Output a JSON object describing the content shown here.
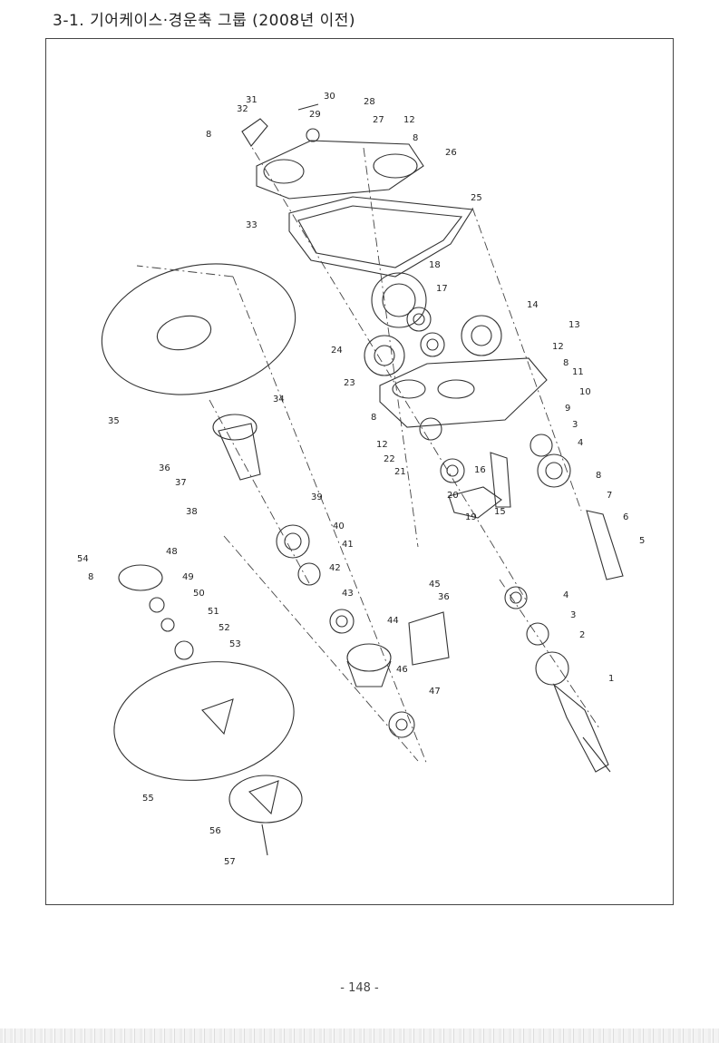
{
  "header": {
    "title": "3-1. 기어케이스·경운축 그룹 (2008년 이전)"
  },
  "callouts": [
    {
      "label": "31"
    },
    {
      "label": "32"
    },
    {
      "label": "8"
    },
    {
      "label": "30"
    },
    {
      "label": "29"
    },
    {
      "label": "28"
    },
    {
      "label": "27"
    },
    {
      "label": "12"
    },
    {
      "label": "8"
    },
    {
      "label": "26"
    },
    {
      "label": "33"
    },
    {
      "label": "25"
    },
    {
      "label": "18"
    },
    {
      "label": "17"
    },
    {
      "label": "14"
    },
    {
      "label": "13"
    },
    {
      "label": "12"
    },
    {
      "label": "8"
    },
    {
      "label": "11"
    },
    {
      "label": "10"
    },
    {
      "label": "24"
    },
    {
      "label": "23"
    },
    {
      "label": "9"
    },
    {
      "label": "3"
    },
    {
      "label": "4"
    },
    {
      "label": "34"
    },
    {
      "label": "35"
    },
    {
      "label": "8"
    },
    {
      "label": "12"
    },
    {
      "label": "22"
    },
    {
      "label": "21"
    },
    {
      "label": "16"
    },
    {
      "label": "8"
    },
    {
      "label": "7"
    },
    {
      "label": "36"
    },
    {
      "label": "37"
    },
    {
      "label": "20"
    },
    {
      "label": "15"
    },
    {
      "label": "6"
    },
    {
      "label": "38"
    },
    {
      "label": "39"
    },
    {
      "label": "19"
    },
    {
      "label": "5"
    },
    {
      "label": "40"
    },
    {
      "label": "41"
    },
    {
      "label": "48"
    },
    {
      "label": "54"
    },
    {
      "label": "8"
    },
    {
      "label": "42"
    },
    {
      "label": "49"
    },
    {
      "label": "45"
    },
    {
      "label": "36"
    },
    {
      "label": "4"
    },
    {
      "label": "50"
    },
    {
      "label": "43"
    },
    {
      "label": "3"
    },
    {
      "label": "51"
    },
    {
      "label": "52"
    },
    {
      "label": "44"
    },
    {
      "label": "2"
    },
    {
      "label": "53"
    },
    {
      "label": "46"
    },
    {
      "label": "1"
    },
    {
      "label": "47"
    },
    {
      "label": "55"
    },
    {
      "label": "56"
    },
    {
      "label": "57"
    }
  ],
  "footer": {
    "page_number": "- 148 -"
  }
}
